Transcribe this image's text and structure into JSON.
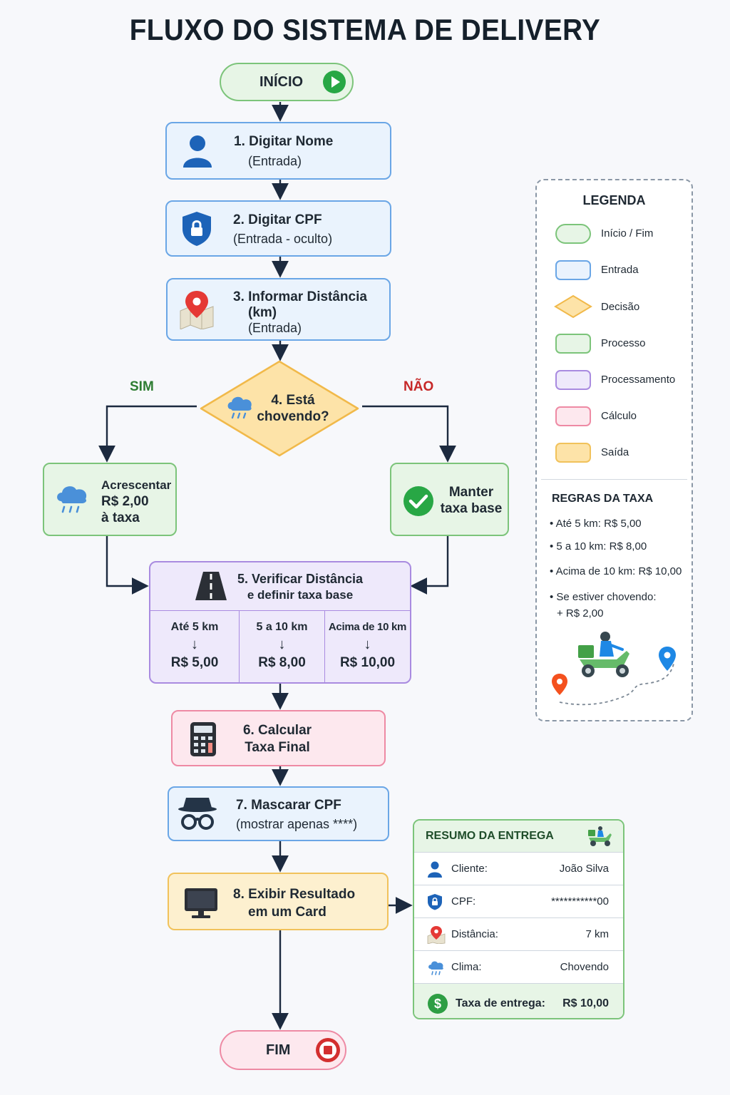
{
  "title": "FLUXO DO SISTEMA DE DELIVERY",
  "start_label": "INÍCIO",
  "end_label": "FIM",
  "step1": {
    "title": "1. Digitar Nome",
    "sub": "(Entrada)",
    "icon": "user-icon"
  },
  "step2": {
    "title": "2. Digitar CPF",
    "sub": "(Entrada - oculto)",
    "icon": "shield-lock-icon"
  },
  "step3": {
    "line1": "3. Informar Distância",
    "line2": "(km)",
    "line3": "(Entrada)",
    "icon": "map-pin-icon"
  },
  "decision": {
    "line1": "4. Está",
    "line2": "chovendo?",
    "yes": "SIM",
    "no": "NÃO",
    "icon": "rain-cloud-icon"
  },
  "yes_branch": {
    "line1": "Acrescentar",
    "line2": "R$ 2,00",
    "line3": "à taxa",
    "icon": "rain-cloud-icon"
  },
  "no_branch": {
    "line1": "Manter",
    "line2": "taxa base",
    "icon": "check-circle-icon"
  },
  "step5": {
    "line1": "5. Verificar Distância",
    "line2": "e definir taxa base",
    "icon": "road-icon",
    "tiers": [
      {
        "range": "Até 5 km",
        "arrow": "↓",
        "price": "R$ 5,00"
      },
      {
        "range": "5 a 10 km",
        "arrow": "↓",
        "price": "R$ 8,00"
      },
      {
        "range": "Acima de 10 km",
        "arrow": "↓",
        "price": "R$ 10,00"
      }
    ]
  },
  "step6": {
    "line1": "6. Calcular",
    "line2": "Taxa Final",
    "icon": "calculator-icon"
  },
  "step7": {
    "line1": "7. Mascarar CPF",
    "line2": "(mostrar apenas ****)",
    "icon": "incognito-icon"
  },
  "step8": {
    "line1": "8. Exibir Resultado",
    "line2": "em um Card",
    "icon": "monitor-icon"
  },
  "legend": {
    "title": "LEGENDA",
    "items": [
      {
        "label": "Início / Fim",
        "fill": "#e7f5e6",
        "border": "#7cc47a",
        "shape": "pill"
      },
      {
        "label": "Entrada",
        "fill": "#eaf3fd",
        "border": "#6aa6e6",
        "shape": "rect"
      },
      {
        "label": "Decisão",
        "fill": "#fde3a8",
        "border": "#f1b94a",
        "shape": "diamond"
      },
      {
        "label": "Processo",
        "fill": "#e7f5e6",
        "border": "#7cc47a",
        "shape": "rect"
      },
      {
        "label": "Processamento",
        "fill": "#eee9fb",
        "border": "#a98be0",
        "shape": "rect"
      },
      {
        "label": "Cálculo",
        "fill": "#fde8ee",
        "border": "#ee8aa4",
        "shape": "rect"
      },
      {
        "label": "Saída",
        "fill": "#fde3a8",
        "border": "#f1c25b",
        "shape": "rect"
      }
    ],
    "rules_title": "REGRAS DA TAXA",
    "rules": [
      "• Até 5 km: R$ 5,00",
      "• 5 a 10 km: R$ 8,00",
      "• Acima de 10 km: R$ 10,00",
      "• Se estiver chovendo:",
      "+ R$ 2,00"
    ],
    "illustration": "delivery-scooter-route-icon"
  },
  "summary": {
    "title": "RESUMO DA ENTREGA",
    "rows": [
      {
        "label": "Cliente:",
        "value": "João Silva",
        "icon": "user-icon"
      },
      {
        "label": "CPF:",
        "value": "***********00",
        "icon": "shield-lock-icon"
      },
      {
        "label": "Distância:",
        "value": "7 km",
        "icon": "map-pin-icon"
      },
      {
        "label": "Clima:",
        "value": "Chovendo",
        "icon": "rain-cloud-icon"
      }
    ],
    "total_label": "Taxa de entrega:",
    "total_value": "R$ 10,00",
    "total_icon": "dollar-circle-icon"
  },
  "colors": {
    "accent_blue": "#1d63b8",
    "yes_green": "#2e7d32",
    "no_red": "#c62828"
  }
}
